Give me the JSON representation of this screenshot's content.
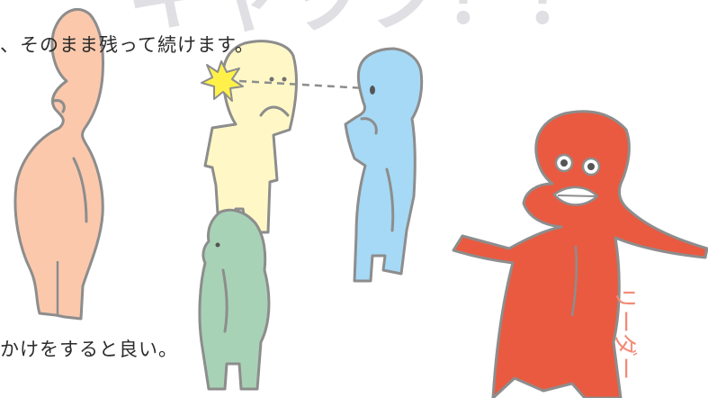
{
  "heading_fragment": "キャック！！",
  "caption_top": "、そのまま残って続けます。",
  "caption_bottom": "かけをすると良い。",
  "leader_label": "リーダー",
  "colors": {
    "background": "#ffffff",
    "outline": "#8d8d8d",
    "peach": "#fbc8ac",
    "yellow": "#fff8c6",
    "blue": "#a6d9f5",
    "green": "#a8d2b6",
    "red": "#ea5a40",
    "spark": "#fff14a",
    "text": "#2b2b2b"
  }
}
